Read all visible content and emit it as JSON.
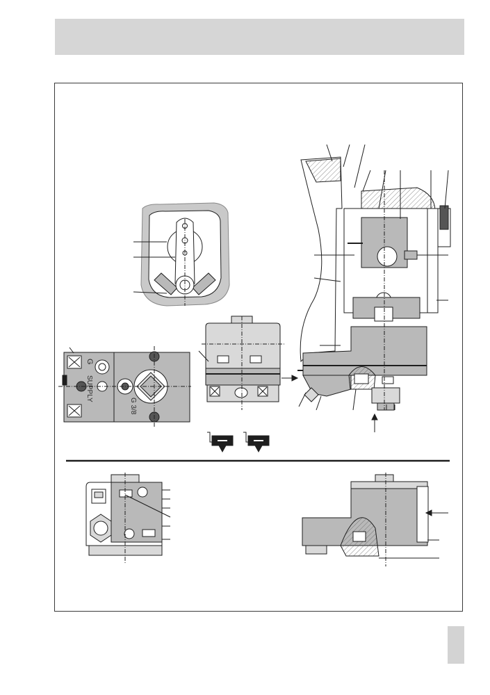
{
  "header": {
    "title": ""
  },
  "figure": {
    "supply_label": "SUPPLY",
    "supply_g_label": "G",
    "thread_label": "G 3/8"
  },
  "colors": {
    "header_bar": "#d6d6d6",
    "part_fill": "#b9b9b9",
    "light_fill": "#d9d9d9",
    "line": "#1e1e1e"
  }
}
